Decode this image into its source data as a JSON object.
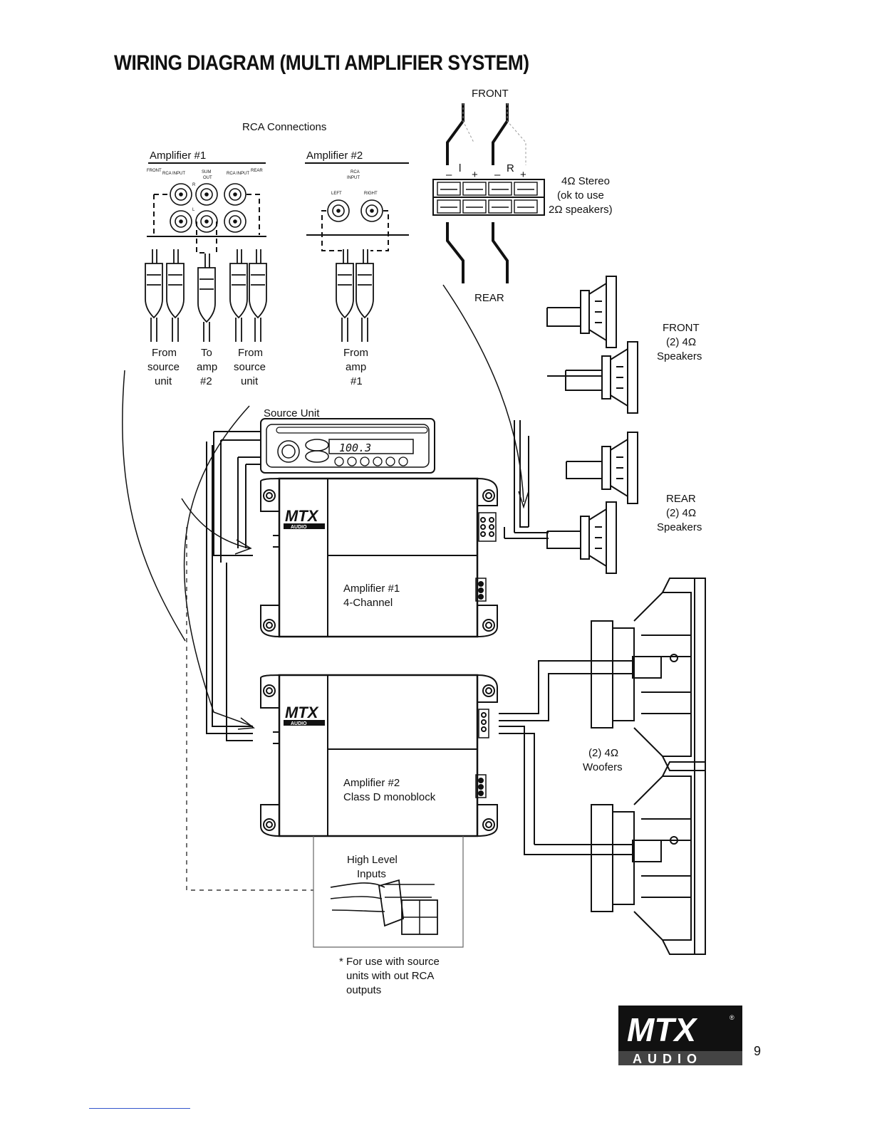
{
  "title": "WIRING DIAGRAM (MULTI AMPLIFIER SYSTEM)",
  "rca_section": {
    "heading": "RCA Connections",
    "amp1": {
      "label": "Amplifier #1",
      "front": "FRONT",
      "rca_input": "RCA INPUT",
      "sum": "SUM",
      "out": "OUT",
      "rca_input_right": "RCA INPUT",
      "rear": "REAR",
      "r": "R",
      "l": "L"
    },
    "amp2": {
      "label": "Amplifier #2",
      "rca": "RCA",
      "input": "INPUT",
      "left": "LEFT",
      "right": "RIGHT"
    },
    "plug_captions": [
      {
        "line1": "From",
        "line2": "source",
        "line3": "unit"
      },
      {
        "line1": "To",
        "line2": "amp",
        "line3": "#2"
      },
      {
        "line1": "From",
        "line2": "source",
        "line3": "unit"
      },
      {
        "line1": "From",
        "line2": "amp",
        "line3": "#1"
      }
    ]
  },
  "terminal_block": {
    "front": "FRONT",
    "rear": "REAR",
    "l": "l",
    "r": "R",
    "minus": "–",
    "plus": "+",
    "note_line1": "4Ω Stereo",
    "note_line2": "(ok to use",
    "note_line3": "2Ω speakers)"
  },
  "speakers": {
    "front_line1": "FRONT",
    "front_line2": "(2) 4Ω",
    "front_line3": "Speakers",
    "rear_line1": "REAR",
    "rear_line2": "(2) 4Ω",
    "rear_line3": "Speakers",
    "woofers_line1": "(2) 4Ω",
    "woofers_line2": "Woofers"
  },
  "source_unit": {
    "label": "Source Unit",
    "display": "100.3"
  },
  "amplifier1": {
    "line1": "Amplifier #1",
    "line2": "4-Channel"
  },
  "amplifier2": {
    "line1": "Amplifier #2",
    "line2": "Class D monoblock"
  },
  "high_level": {
    "line1": "High Level",
    "line2": "Inputs",
    "note_line1": "* For use with source",
    "note_line2": "units with out RCA",
    "note_line3": "outputs"
  },
  "brand": {
    "logo_top": "MTX",
    "logo_bottom": "AUDIO",
    "amp_logo_top": "MTX",
    "amp_logo_bottom": "AUDIO",
    "registered": "®"
  },
  "page_number": "9"
}
